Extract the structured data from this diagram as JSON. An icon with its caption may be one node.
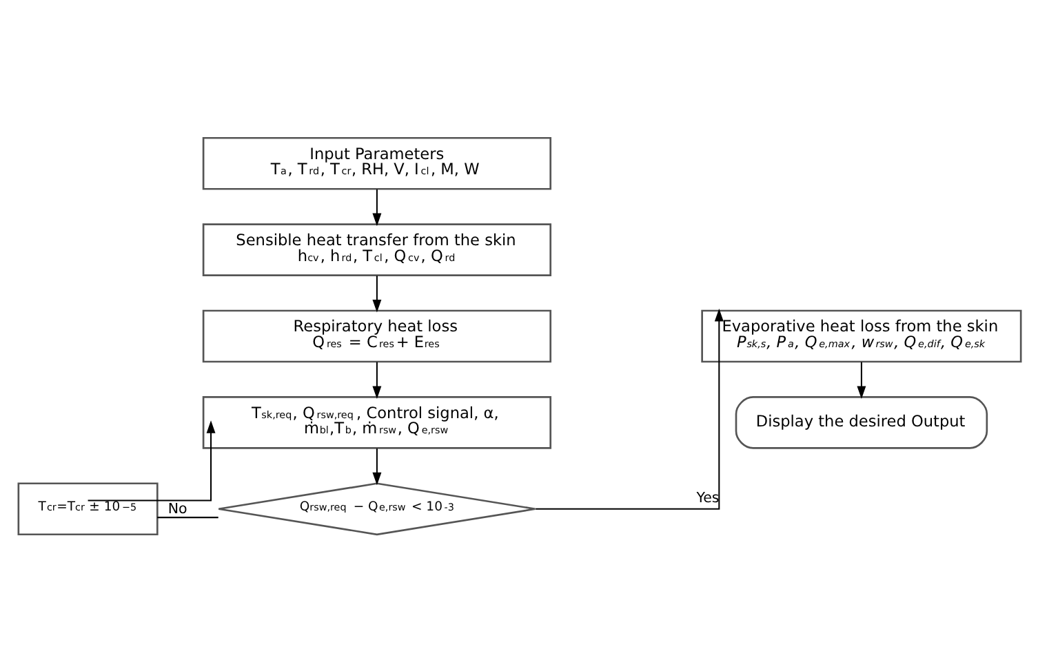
{
  "diagram": {
    "nodes": [
      {
        "text": [
          "Input Parameters",
          "T$_{a}$, T$_{rd}$, T$_{cr}$, RH, V, I$_{cl}$, M, W"
        ]
      },
      {
        "text": [
          "Sensible heat transfer from the skin",
          "h$_{cv}$, h$_{rd}$, T$_{cl}$, Q$_{cv}$, Q$_{rd}$"
        ]
      },
      {
        "text": [
          "Respiratory heat loss",
          "Q$_{res}$ = C$_{res}$+ E$_{res}$"
        ]
      },
      {
        "text": [
          "T$_{sk,req}$, Q$_{rsw,req}$, Control signal, α, ṁ$_{bl}$,T$_{b}$, ṁ$_{rsw}$, Q$_{e,rsw}$"
        ]
      },
      {
        "text": [
          "Q$_{rsw,req}$ − Q$_{e,rsw}$ < 10$^{-3}$"
        ]
      },
      {
        "text": [
          "T$_{cr}$=T$_{cr}$ ± 10$^{−5}$"
        ]
      },
      {
        "text": [
          "Evaporative heat loss from the skin",
          "*P$_{sk,s}$, P$_{a}$, Q$_{e,max}$, w$_{rsw}$, Q$_{e,dif}$, Q$_{e,sk}$*"
        ]
      },
      {
        "text": [
          "Display the desired Output"
        ]
      }
    ],
    "edges": [
      {
        "from": 0,
        "to": 1,
        "arrow": "to"
      },
      {
        "from": 1,
        "to": 2,
        "arrow": "to"
      },
      {
        "from": 2,
        "to": 3,
        "arrow": "to"
      },
      {
        "from": 3,
        "to": 4,
        "arrow": "to"
      },
      {
        "from": 4,
        "to": 5,
        "arrow": "none",
        "label": "No"
      },
      {
        "from": 5,
        "to": 3,
        "arrow": "to"
      },
      {
        "from": 4,
        "to": 6,
        "arrow": "to",
        "label": "Yes"
      },
      {
        "from": 6,
        "to": 7,
        "arrow": "to"
      }
    ]
  }
}
